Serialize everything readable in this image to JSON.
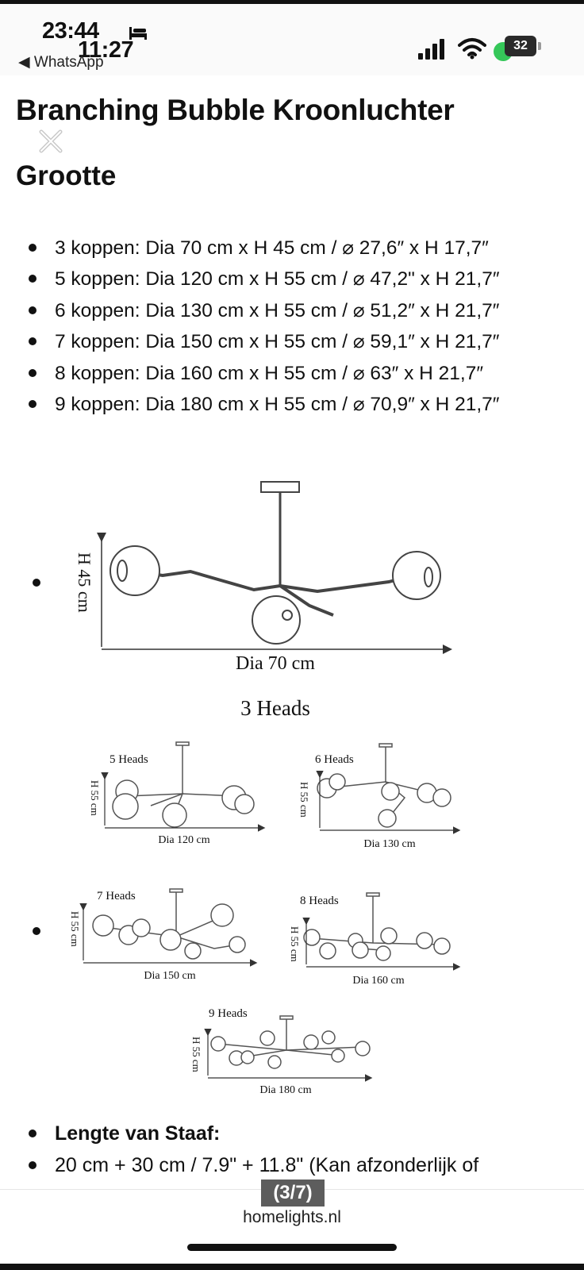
{
  "status_bar": {
    "time_primary": "23:44",
    "time_overlay": "11:27",
    "back_app": "◀ WhatsApp",
    "battery": "32"
  },
  "page": {
    "title": "Branching Bubble Kroonluchter",
    "section_heading": "Grootte"
  },
  "sizes": [
    "3 koppen: Dia 70 cm x H 45 cm / ⌀ 27,6″ x H 17,7″",
    "5 koppen: Dia 120 cm x H 55 cm / ⌀ 47,2\" x H 21,7″",
    "6 koppen: Dia 130 cm x H 55 cm / ⌀ 51,2″ x H 21,7″",
    "7 koppen: Dia 150 cm x H 55 cm / ⌀ 59,1″ x H 21,7″",
    "8 koppen: Dia 160 cm x H 55 cm / ⌀ 63″ x H 21,7″",
    "9 koppen: Dia 180 cm x H 55 cm / ⌀ 70,9″ x H 21,7″"
  ],
  "diagram": {
    "main": {
      "height": "H 45 cm",
      "width": "Dia 70 cm",
      "caption": "3 Heads"
    },
    "variants": [
      {
        "caption": "5 Heads",
        "height": "H 55 cm",
        "width": "Dia 120 cm"
      },
      {
        "caption": "6 Heads",
        "height": "H 55 cm",
        "width": "Dia 130 cm"
      },
      {
        "caption": "7 Heads",
        "height": "H 55 cm",
        "width": "Dia 150 cm"
      },
      {
        "caption": "8 Heads",
        "height": "H 55 cm",
        "width": "Dia 160 cm"
      },
      {
        "caption": "9 Heads",
        "height": "H 55 cm",
        "width": "Dia 180 cm"
      }
    ]
  },
  "rod": {
    "label": "Lengte van Staaf:",
    "value": "20 cm + 30 cm / 7.9\" + 11.8\" (Kan afzonderlijk of"
  },
  "footer": {
    "page_counter": "(3/7)",
    "domain": "homelights.nl"
  }
}
